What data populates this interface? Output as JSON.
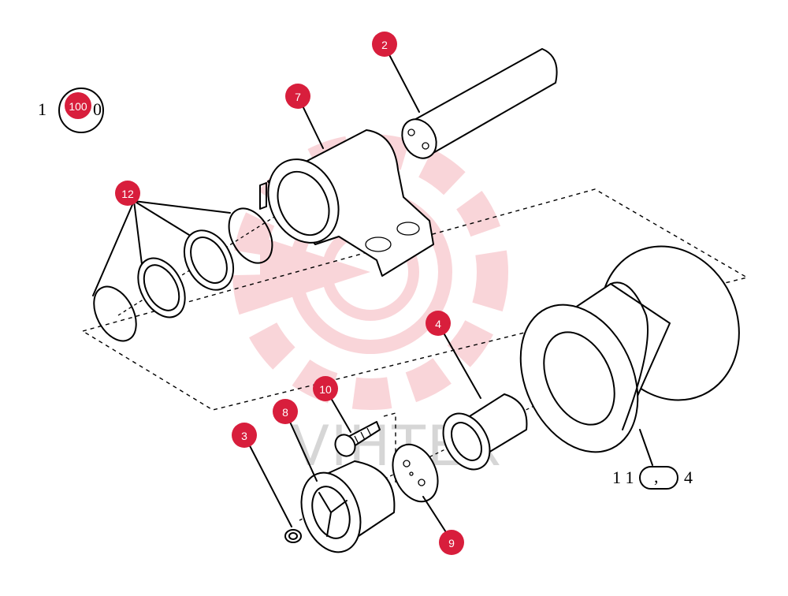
{
  "diagram": {
    "type": "exploded-parts-diagram",
    "badge_color": "#d81e3c",
    "watermark_color": "#f7c4c8",
    "callouts": [
      {
        "id": "callout-2",
        "label": "2"
      },
      {
        "id": "callout-3",
        "label": "3"
      },
      {
        "id": "callout-4",
        "label": "4"
      },
      {
        "id": "callout-7",
        "label": "7"
      },
      {
        "id": "callout-8",
        "label": "8"
      },
      {
        "id": "callout-9",
        "label": "9"
      },
      {
        "id": "callout-10",
        "label": "10"
      },
      {
        "id": "callout-12",
        "label": "12"
      },
      {
        "id": "callout-100",
        "label": "100"
      }
    ],
    "references": {
      "top_left_prefix": "1",
      "top_left_suffix": "0",
      "bottom_right_prefix": "1 1",
      "bottom_right_sep": ",",
      "bottom_right_suffix": "4"
    },
    "watermark_text": "VIHTEX"
  }
}
